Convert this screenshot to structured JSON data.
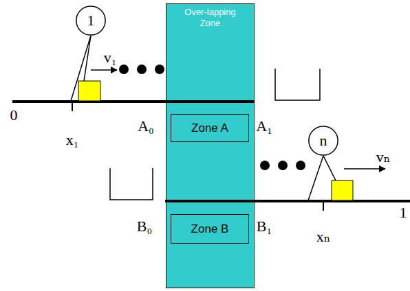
{
  "diagram": {
    "nodes": [
      {
        "text": [
          "1"
        ]
      },
      {
        "text": [
          "Over-lapping Zone"
        ]
      },
      {
        "text": [
          "Zone A"
        ],
        "in": 1
      },
      {
        "text": [
          "Zone B"
        ],
        "in": 1
      },
      {
        "text": [
          "n"
        ]
      }
    ],
    "edges": [],
    "labels": [
      "v₁",
      "0",
      "x₁",
      "A₀",
      "A₁",
      "B₀",
      "B₁",
      "vₙ",
      "xₙ",
      "1"
    ]
  }
}
